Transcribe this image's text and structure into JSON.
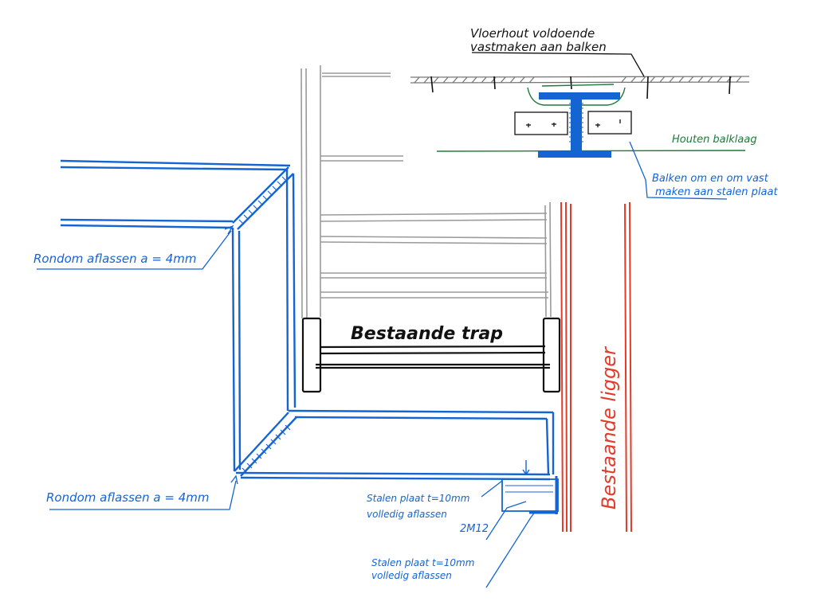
{
  "labels": {
    "floor_note_line1": "Vloerhout voldoende",
    "floor_note_line2": "vastmaken aan balken",
    "timber_floor": "Houten balklaag",
    "beam_note_line1": "Balken om en om vast",
    "beam_note_line2": "maken aan stalen plaat",
    "weld_top": "Rondom aflassen  a = 4mm",
    "weld_bottom": "Rondom aflassen  a = 4mm",
    "stair": "Bestaande trap",
    "beam": "Bestaande ligger",
    "plate1_line1": "Stalen plaat t=10mm",
    "plate1_line2": "volledig aflassen",
    "bolts": "2M12",
    "plate2_line1": "Stalen plaat t=10mm",
    "plate2_line2": "volledig aflassen"
  },
  "colors": {
    "ink": "#111111",
    "steel": "#1464d2",
    "timber": "#1f7a3a",
    "existing_beam": "#e23b2a",
    "existing_stair": "#9a9a9a"
  }
}
